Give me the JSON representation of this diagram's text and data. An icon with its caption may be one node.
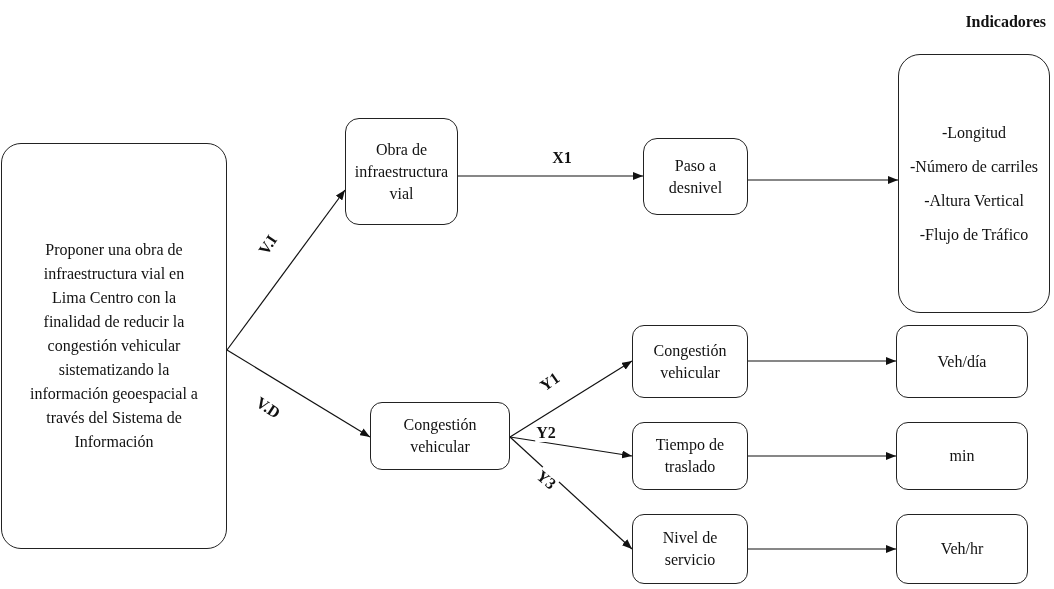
{
  "diagram": {
    "nodes": [
      {
        "text": [
          "Proponer una obra de infraestructura vial en Lima Centro con la finalidad de reducir la congestión vehicular sistematizando la información geoespacial a través del Sistema de Información"
        ]
      },
      {
        "text": [
          "Obra de infraestructura vial"
        ]
      },
      {
        "text": [
          "Paso a desnivel"
        ]
      },
      {
        "text": [
          "Indicadores",
          "-Longitud",
          "-Número de carriles",
          "-Altura Vertical",
          "-Flujo de Tráfico"
        ]
      },
      {
        "text": [
          "Congestión vehicular"
        ]
      },
      {
        "text": [
          "Congestión vehicular"
        ]
      },
      {
        "text": [
          "Tiempo de traslado"
        ]
      },
      {
        "text": [
          "Nivel de servicio"
        ]
      },
      {
        "text": [
          "Veh/día"
        ]
      },
      {
        "text": [
          "min"
        ]
      },
      {
        "text": [
          "Veh/hr"
        ]
      }
    ],
    "edges": [
      {
        "from": 0,
        "to": 1,
        "arrow": "to",
        "label": "V.I"
      },
      {
        "from": 0,
        "to": 4,
        "arrow": "to",
        "label": "V.D"
      },
      {
        "from": 1,
        "to": 2,
        "arrow": "to",
        "label": "X1"
      },
      {
        "from": 2,
        "to": 3,
        "arrow": "to"
      },
      {
        "from": 4,
        "to": 5,
        "arrow": "to",
        "label": "Y1"
      },
      {
        "from": 4,
        "to": 6,
        "arrow": "to",
        "label": "Y2"
      },
      {
        "from": 4,
        "to": 7,
        "arrow": "to",
        "label": "Y3"
      },
      {
        "from": 5,
        "to": 8,
        "arrow": "to"
      },
      {
        "from": 6,
        "to": 9,
        "arrow": "to"
      },
      {
        "from": 7,
        "to": 10,
        "arrow": "to"
      }
    ]
  }
}
